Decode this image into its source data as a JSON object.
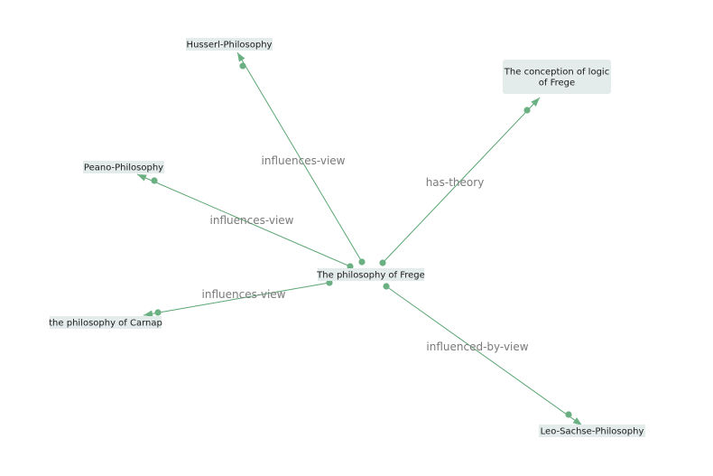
{
  "graph": {
    "nodes": [
      {
        "id": "frege",
        "label": [
          "The philosophy of Frege"
        ]
      },
      {
        "id": "husserl",
        "label": [
          "Husserl-Philosophy"
        ]
      },
      {
        "id": "conception",
        "label": [
          "The conception of logic",
          "of Frege"
        ]
      },
      {
        "id": "peano",
        "label": [
          "Peano-Philosophy"
        ]
      },
      {
        "id": "carnap",
        "label": [
          "the philosophy of Carnap"
        ]
      },
      {
        "id": "sachse",
        "label": [
          "Leo-Sachse-Philosophy"
        ]
      }
    ],
    "edges": [
      {
        "from": "frege",
        "to": "husserl",
        "label": "influences-view"
      },
      {
        "from": "frege",
        "to": "conception",
        "label": "has-theory"
      },
      {
        "from": "frege",
        "to": "peano",
        "label": "influences-view"
      },
      {
        "from": "frege",
        "to": "carnap",
        "label": "influences-view"
      },
      {
        "from": "frege",
        "to": "sachse",
        "label": "influenced-by-view"
      }
    ]
  }
}
